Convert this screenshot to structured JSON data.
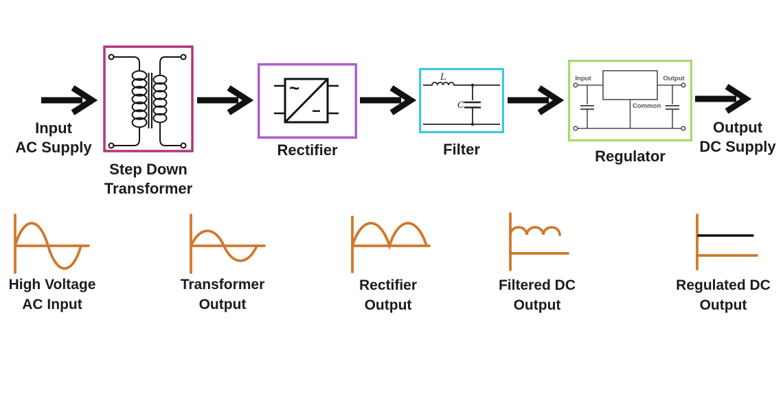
{
  "flow": {
    "input": {
      "line1": "Input",
      "line2": "AC Supply"
    },
    "output": {
      "line1": "Output",
      "line2": "DC Supply"
    }
  },
  "blocks": {
    "transformer": {
      "caption_line1": "Step Down",
      "caption_line2": "Transformer"
    },
    "rectifier": {
      "caption": "Rectifier",
      "ac_symbol": "~",
      "dc_symbol": "−"
    },
    "filter": {
      "caption": "Filter",
      "inductor_label": "L",
      "capacitor_label": "C"
    },
    "regulator": {
      "caption": "Regulator",
      "pin_input": "Input",
      "pin_output": "Output",
      "pin_common": "Common"
    }
  },
  "waveforms": {
    "hv_ac": {
      "line1": "High Voltage",
      "line2": "AC Input"
    },
    "transformer_out": {
      "line1": "Transformer",
      "line2": "Output"
    },
    "rectifier_out": {
      "line1": "Rectifier",
      "line2": "Output"
    },
    "filtered_dc": {
      "line1": "Filtered DC",
      "line2": "Output"
    },
    "regulated_dc": {
      "line1": "Regulated DC",
      "line2": "Output"
    }
  },
  "colors": {
    "waveform": "#d0782b",
    "arrow": "#111111",
    "dc_line": "#111111",
    "transformer_border": "#b13778",
    "rectifier_border": "#ab5fce",
    "filter_border": "#41c8de",
    "regulator_border": "#a6da6c"
  }
}
